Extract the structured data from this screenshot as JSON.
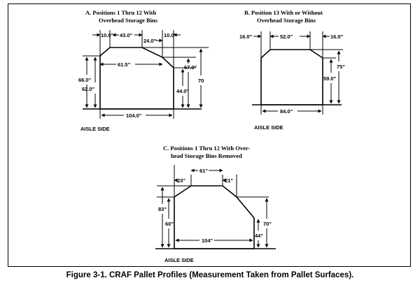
{
  "caption": "Figure 3-1.  CRAF Pallet Profiles (Measurement Taken from Pallet Surfaces).",
  "profile_a": {
    "title_1": "A.  Positions  1  Thru  12  With",
    "title_2": "Overhead Storage Bins",
    "d_left_top": "10.0\"",
    "d_top": "43.0\"",
    "d_slope1": "24.0\"",
    "d_right_top": "10.0\"",
    "d_inner": "61.5\"",
    "d_height_left": "66.0\"",
    "d_wall_left": "62.0\"",
    "d_height_right": "67.0\"",
    "d_total_height": "70",
    "d_wall_right": "44.0\"",
    "d_base": "104.0\"",
    "aisle": "AISLE SIDE"
  },
  "profile_b": {
    "title_1": "B.  Position 13 With or Without",
    "title_2": "Overhead Storage Bins",
    "d_left": "16.0\"",
    "d_top": "52.0\"",
    "d_right": "16.0\"",
    "d_height": "75\"",
    "d_wall": "59.0\"",
    "d_base": "84.0\"",
    "aisle": "AISLE SIDE"
  },
  "profile_c": {
    "title_1": "C.  Positions 1 Thru 12 With Over-",
    "title_2": "head Storage Bins Removed",
    "d_left": "23\"",
    "d_top": "61\"",
    "d_right": "21\"",
    "d_height": "83\"",
    "d_wall_left": "60\"",
    "d_height_right": "70\"",
    "d_wall_right": "44\"",
    "d_base": "104\"",
    "aisle": "AISLE SIDE"
  }
}
